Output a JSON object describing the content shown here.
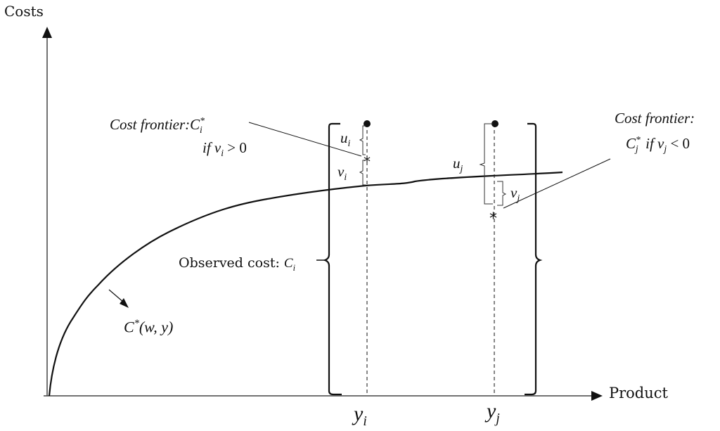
{
  "axes": {
    "y_label": "Costs",
    "x_label": "Product"
  },
  "labels": {
    "frontier_i_line1": "Cost frontier:",
    "frontier_i_sym": "C",
    "frontier_i_sub": "i",
    "frontier_i_sup": "*",
    "frontier_i_cond_pre": "if v",
    "frontier_i_cond_sub": "i",
    "frontier_i_cond_post": " > 0",
    "frontier_j_line1": "Cost frontier:",
    "frontier_j_sym": "C",
    "frontier_j_sub": "j",
    "frontier_j_sup": "*",
    "frontier_j_cond_pre": "  if v",
    "frontier_j_cond_sub": "j",
    "frontier_j_cond_post": " < 0",
    "observed_cost": "Observed cost:",
    "observed_sym": "C",
    "observed_sub": "i",
    "curve_label_sym": "C",
    "curve_label_sup": "*",
    "curve_label_args": "(w, y)",
    "u_i": "u",
    "u_i_sub": "i",
    "v_i": "v",
    "v_i_sub": "i",
    "u_j": "u",
    "u_j_sub": "j",
    "v_j": "v",
    "v_j_sub": "j",
    "y_i": "y",
    "y_i_sub": "i",
    "y_j": "y",
    "y_j_sub": "j"
  },
  "colors": {
    "ink": "#111111",
    "background": "#ffffff"
  }
}
